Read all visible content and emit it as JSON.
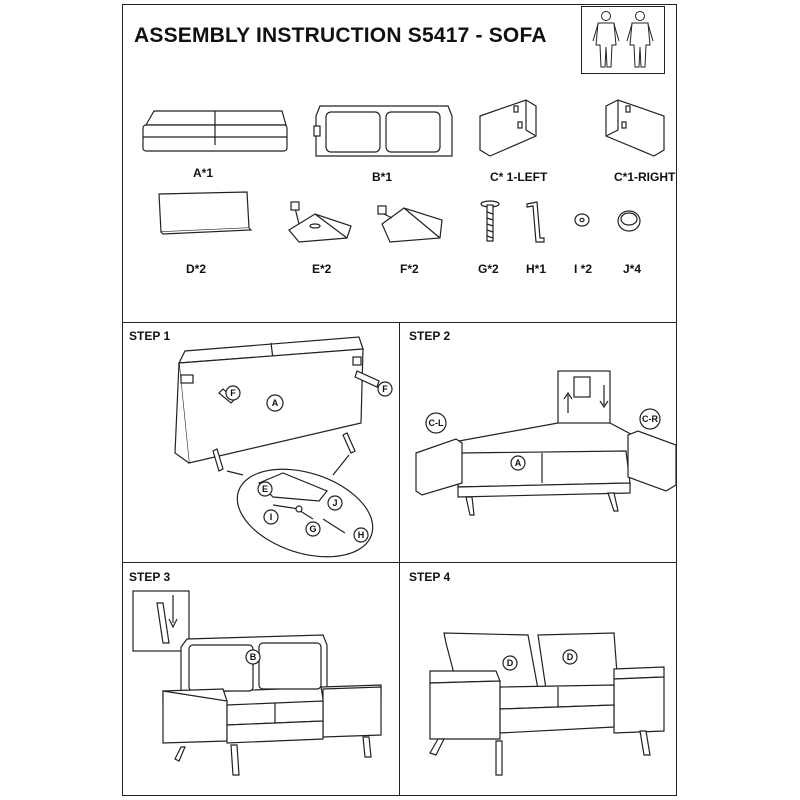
{
  "title": "ASSEMBLY INSTRUCTION S5417 - SOFA",
  "parts": [
    {
      "id": "A",
      "label": "A*1"
    },
    {
      "id": "B",
      "label": "B*1"
    },
    {
      "id": "C-left",
      "label": "C* 1-LEFT"
    },
    {
      "id": "C-right",
      "label": "C*1-RIGHT"
    },
    {
      "id": "D",
      "label": "D*2"
    },
    {
      "id": "E",
      "label": "E*2"
    },
    {
      "id": "F",
      "label": "F*2"
    },
    {
      "id": "G",
      "label": "G*2"
    },
    {
      "id": "H",
      "label": "H*1"
    },
    {
      "id": "I",
      "label": "I *2"
    },
    {
      "id": "J",
      "label": "J*4"
    }
  ],
  "steps": [
    {
      "title": "STEP 1",
      "callouts": [
        "F",
        "F",
        "A",
        "E",
        "J",
        "I",
        "G",
        "H"
      ]
    },
    {
      "title": "STEP 2",
      "callouts": [
        "C-L",
        "C-R",
        "A"
      ]
    },
    {
      "title": "STEP 3",
      "callouts": [
        "B"
      ]
    },
    {
      "title": "STEP 4",
      "callouts": [
        "D",
        "D"
      ]
    }
  ]
}
